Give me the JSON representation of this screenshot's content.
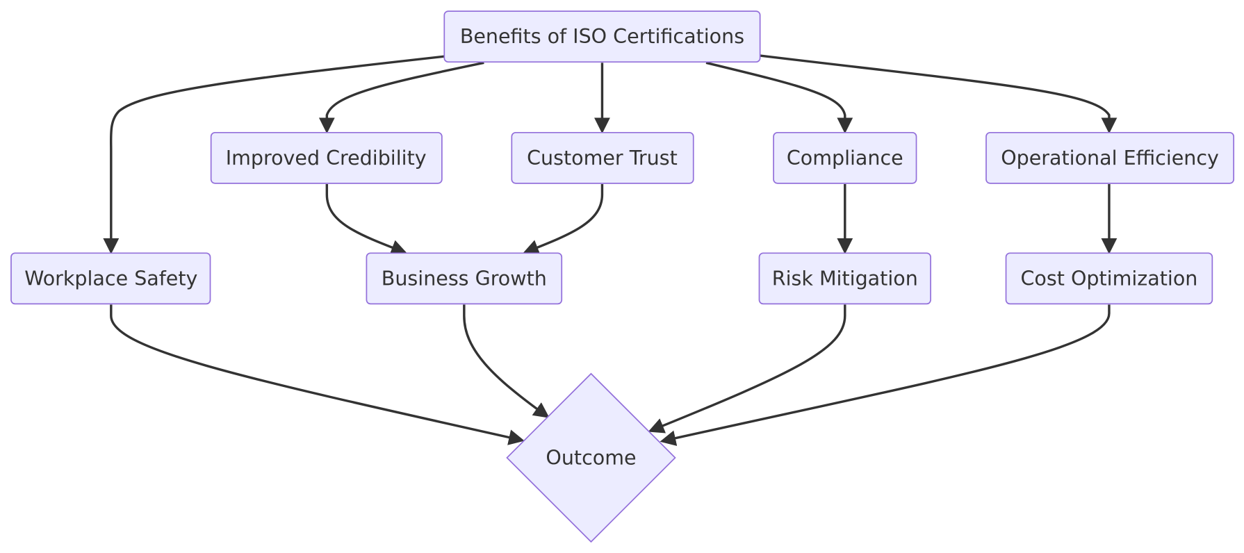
{
  "diagram": {
    "colors": {
      "node_fill": "#ECECFF",
      "node_stroke": "#9370DB",
      "text": "#333333",
      "edge": "#333333"
    },
    "nodes": {
      "root": "Benefits of ISO Certifications",
      "credibility": "Improved Credibility",
      "trust": "Customer Trust",
      "compliance": "Compliance",
      "efficiency": "Operational Efficiency",
      "safety": "Workplace Safety",
      "growth": "Business Growth",
      "risk": "Risk Mitigation",
      "cost": "Cost Optimization",
      "outcome": "Outcome"
    },
    "edges": [
      [
        "root",
        "safety"
      ],
      [
        "root",
        "credibility"
      ],
      [
        "root",
        "trust"
      ],
      [
        "root",
        "compliance"
      ],
      [
        "root",
        "efficiency"
      ],
      [
        "credibility",
        "growth"
      ],
      [
        "trust",
        "growth"
      ],
      [
        "compliance",
        "risk"
      ],
      [
        "efficiency",
        "cost"
      ],
      [
        "safety",
        "outcome"
      ],
      [
        "growth",
        "outcome"
      ],
      [
        "risk",
        "outcome"
      ],
      [
        "cost",
        "outcome"
      ]
    ]
  }
}
